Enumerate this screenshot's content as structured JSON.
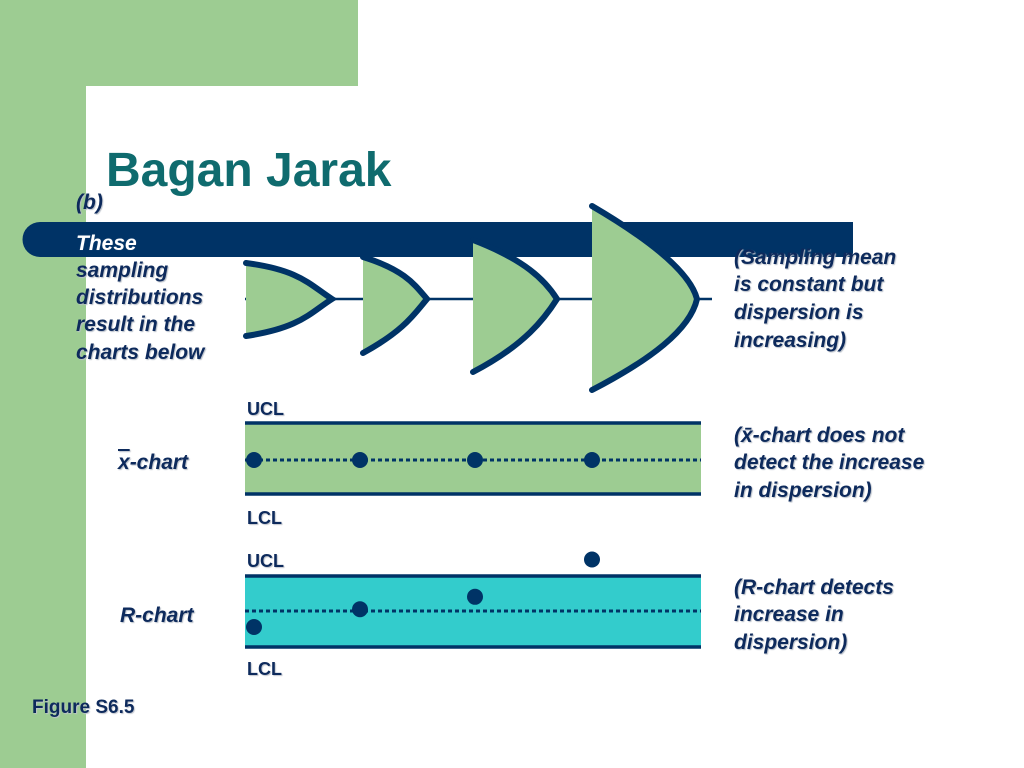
{
  "slide": {
    "title": "Bagan Jarak",
    "figure_label": "Figure S6.5"
  },
  "left_note": {
    "line1": "(b)",
    "line2": "These",
    "line3": "sampling",
    "line4": "distributions",
    "line5": "result in the",
    "line6": "charts below"
  },
  "right_notes": {
    "sampling": [
      "(Sampling mean",
      "is constant but",
      "dispersion is",
      "increasing)"
    ],
    "xbar": [
      "(x̄-chart does not",
      "detect the increase",
      "in dispersion)"
    ],
    "r": [
      "(R-chart detects",
      "increase in",
      "dispersion)"
    ]
  },
  "xbar_chart": {
    "label_symbol": "x",
    "label_suffix": "-chart",
    "ucl": "UCL",
    "lcl": "LCL",
    "fill_color": "#9dcc92",
    "point_positions": [
      0,
      0,
      0,
      0
    ]
  },
  "r_chart": {
    "label": "R-chart",
    "ucl": "UCL",
    "lcl": "LCL",
    "fill_color": "#33cccc",
    "point_positions": [
      -0.45,
      0.05,
      0.4,
      1.45
    ]
  },
  "colors": {
    "navy": "#003366",
    "green": "#9dcc92",
    "title": "#0f6b6e",
    "cyan": "#33cccc"
  }
}
